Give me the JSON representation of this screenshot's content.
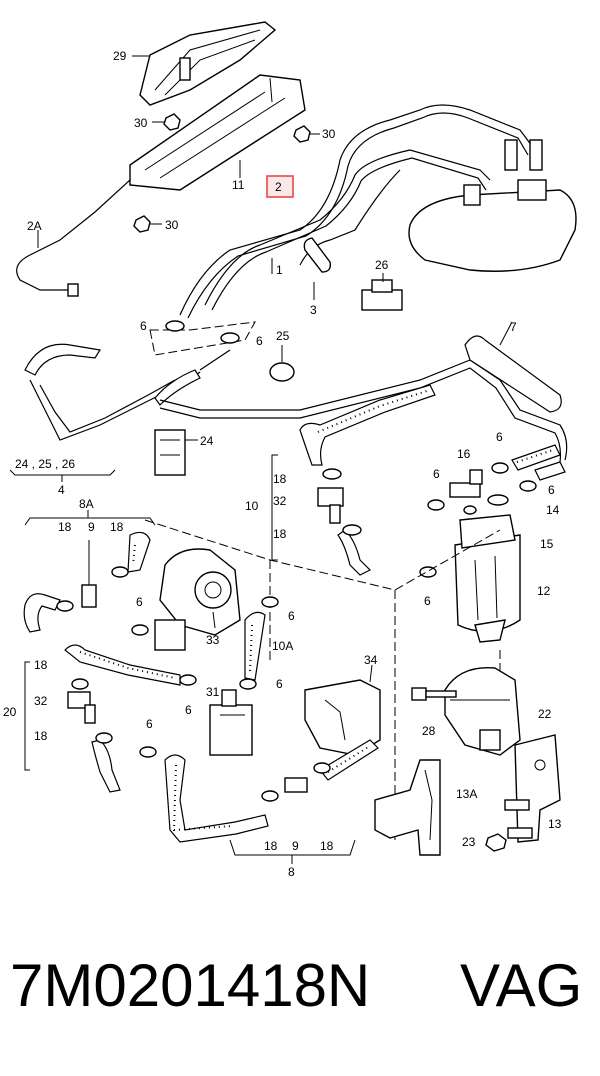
{
  "diagram": {
    "callouts": {
      "c29": "29",
      "c30a": "30",
      "c30b": "30",
      "c30c": "30",
      "c11": "11",
      "c2": "2",
      "c2A": "2A",
      "c1": "1",
      "c3": "3",
      "c26": "26",
      "c6a": "6",
      "c6b": "6",
      "c25": "25",
      "c7": "7",
      "c24": "24",
      "c4": "4",
      "c24_25_26": "24 , 25 , 26",
      "c10": "10",
      "c18a": "18",
      "c32a": "32",
      "c18b": "18",
      "c16": "16",
      "c6c": "6",
      "c6d": "6",
      "c6e": "6",
      "c14": "14",
      "c15": "15",
      "c12": "12",
      "c6f": "6",
      "c8A": "8A",
      "c18c": "18",
      "c9a": "9",
      "c18d": "18",
      "c6g": "6",
      "c33": "33",
      "c6h": "6",
      "c10A": "10A",
      "c20": "20",
      "c18e": "18",
      "c32b": "32",
      "c18f": "18",
      "c6i": "6",
      "c31": "31",
      "c6j": "6",
      "c6k": "6",
      "c34": "34",
      "c28": "28",
      "c22": "22",
      "c13A": "13A",
      "c13": "13",
      "c23": "23",
      "c18g": "18",
      "c9b": "9",
      "c18h": "18",
      "c8": "8"
    }
  },
  "footer": {
    "part_number": "7M0201418N",
    "brand": "VAG"
  },
  "colors": {
    "highlight_box": "#e24a4a",
    "line": "#000000",
    "background": "#ffffff"
  }
}
